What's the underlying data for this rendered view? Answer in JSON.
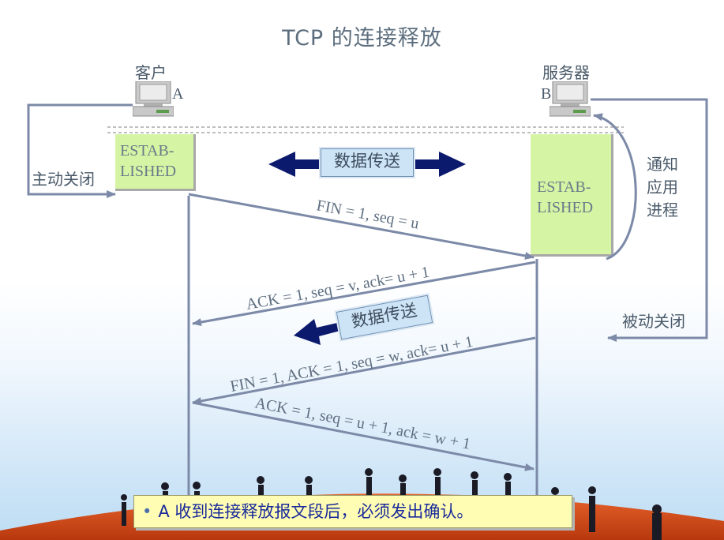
{
  "title": "TCP 的连接释放",
  "client": {
    "label": "客户",
    "letter": "A",
    "state": [
      "ESTAB-",
      "LISHED"
    ]
  },
  "server": {
    "label": "服务器",
    "letter": "B",
    "state": [
      "ESTAB-",
      "LISHED"
    ]
  },
  "labels": {
    "active_close": "主动关闭",
    "passive_close": "被动关闭",
    "notify_app": [
      "通知",
      "应用",
      "进程"
    ]
  },
  "data_transfer_top": "数据传送",
  "data_transfer_mid": "数据传送",
  "segments": [
    "FIN = 1, seq = u",
    "ACK = 1, seq = v, ack= u + 1",
    "FIN = 1, ACK = 1, seq = w, ack= u + 1",
    "ACK = 1, seq = u + 1, ack = w + 1"
  ],
  "footnote": {
    "bullet": "•",
    "text": "A 收到连接释放报文段后，必须发出确认。"
  },
  "colors": {
    "estab": "#d6f5a4",
    "arrow": "#7c8aa8",
    "dark_arrow": "#0c1a6e",
    "note_bg": "#fffdb4",
    "note_text": "#1a2a9a"
  }
}
